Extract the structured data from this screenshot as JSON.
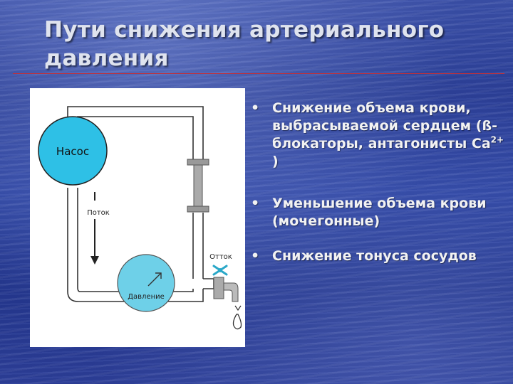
{
  "slide": {
    "title": "Пути снижения артериального давления"
  },
  "diagram": {
    "pump_label": "Насос",
    "flow_label": "Поток",
    "outflow_label": "Отток",
    "pressure_label": "Давление"
  },
  "bullets": [
    {
      "text_main": "Снижение объема крови, выбрасываемой сердцем (ß-блокаторы, антагонисты Са",
      "superscript": "2+",
      "text_tail": " )"
    },
    {
      "text": "Уменьшение объема крови (мочегонные)"
    },
    {
      "text": "Снижение тонуса сосудов"
    }
  ],
  "colors": {
    "pump_fill": "#2ec0e6",
    "rule": "#c0303a",
    "text": "#f2f2f2"
  }
}
